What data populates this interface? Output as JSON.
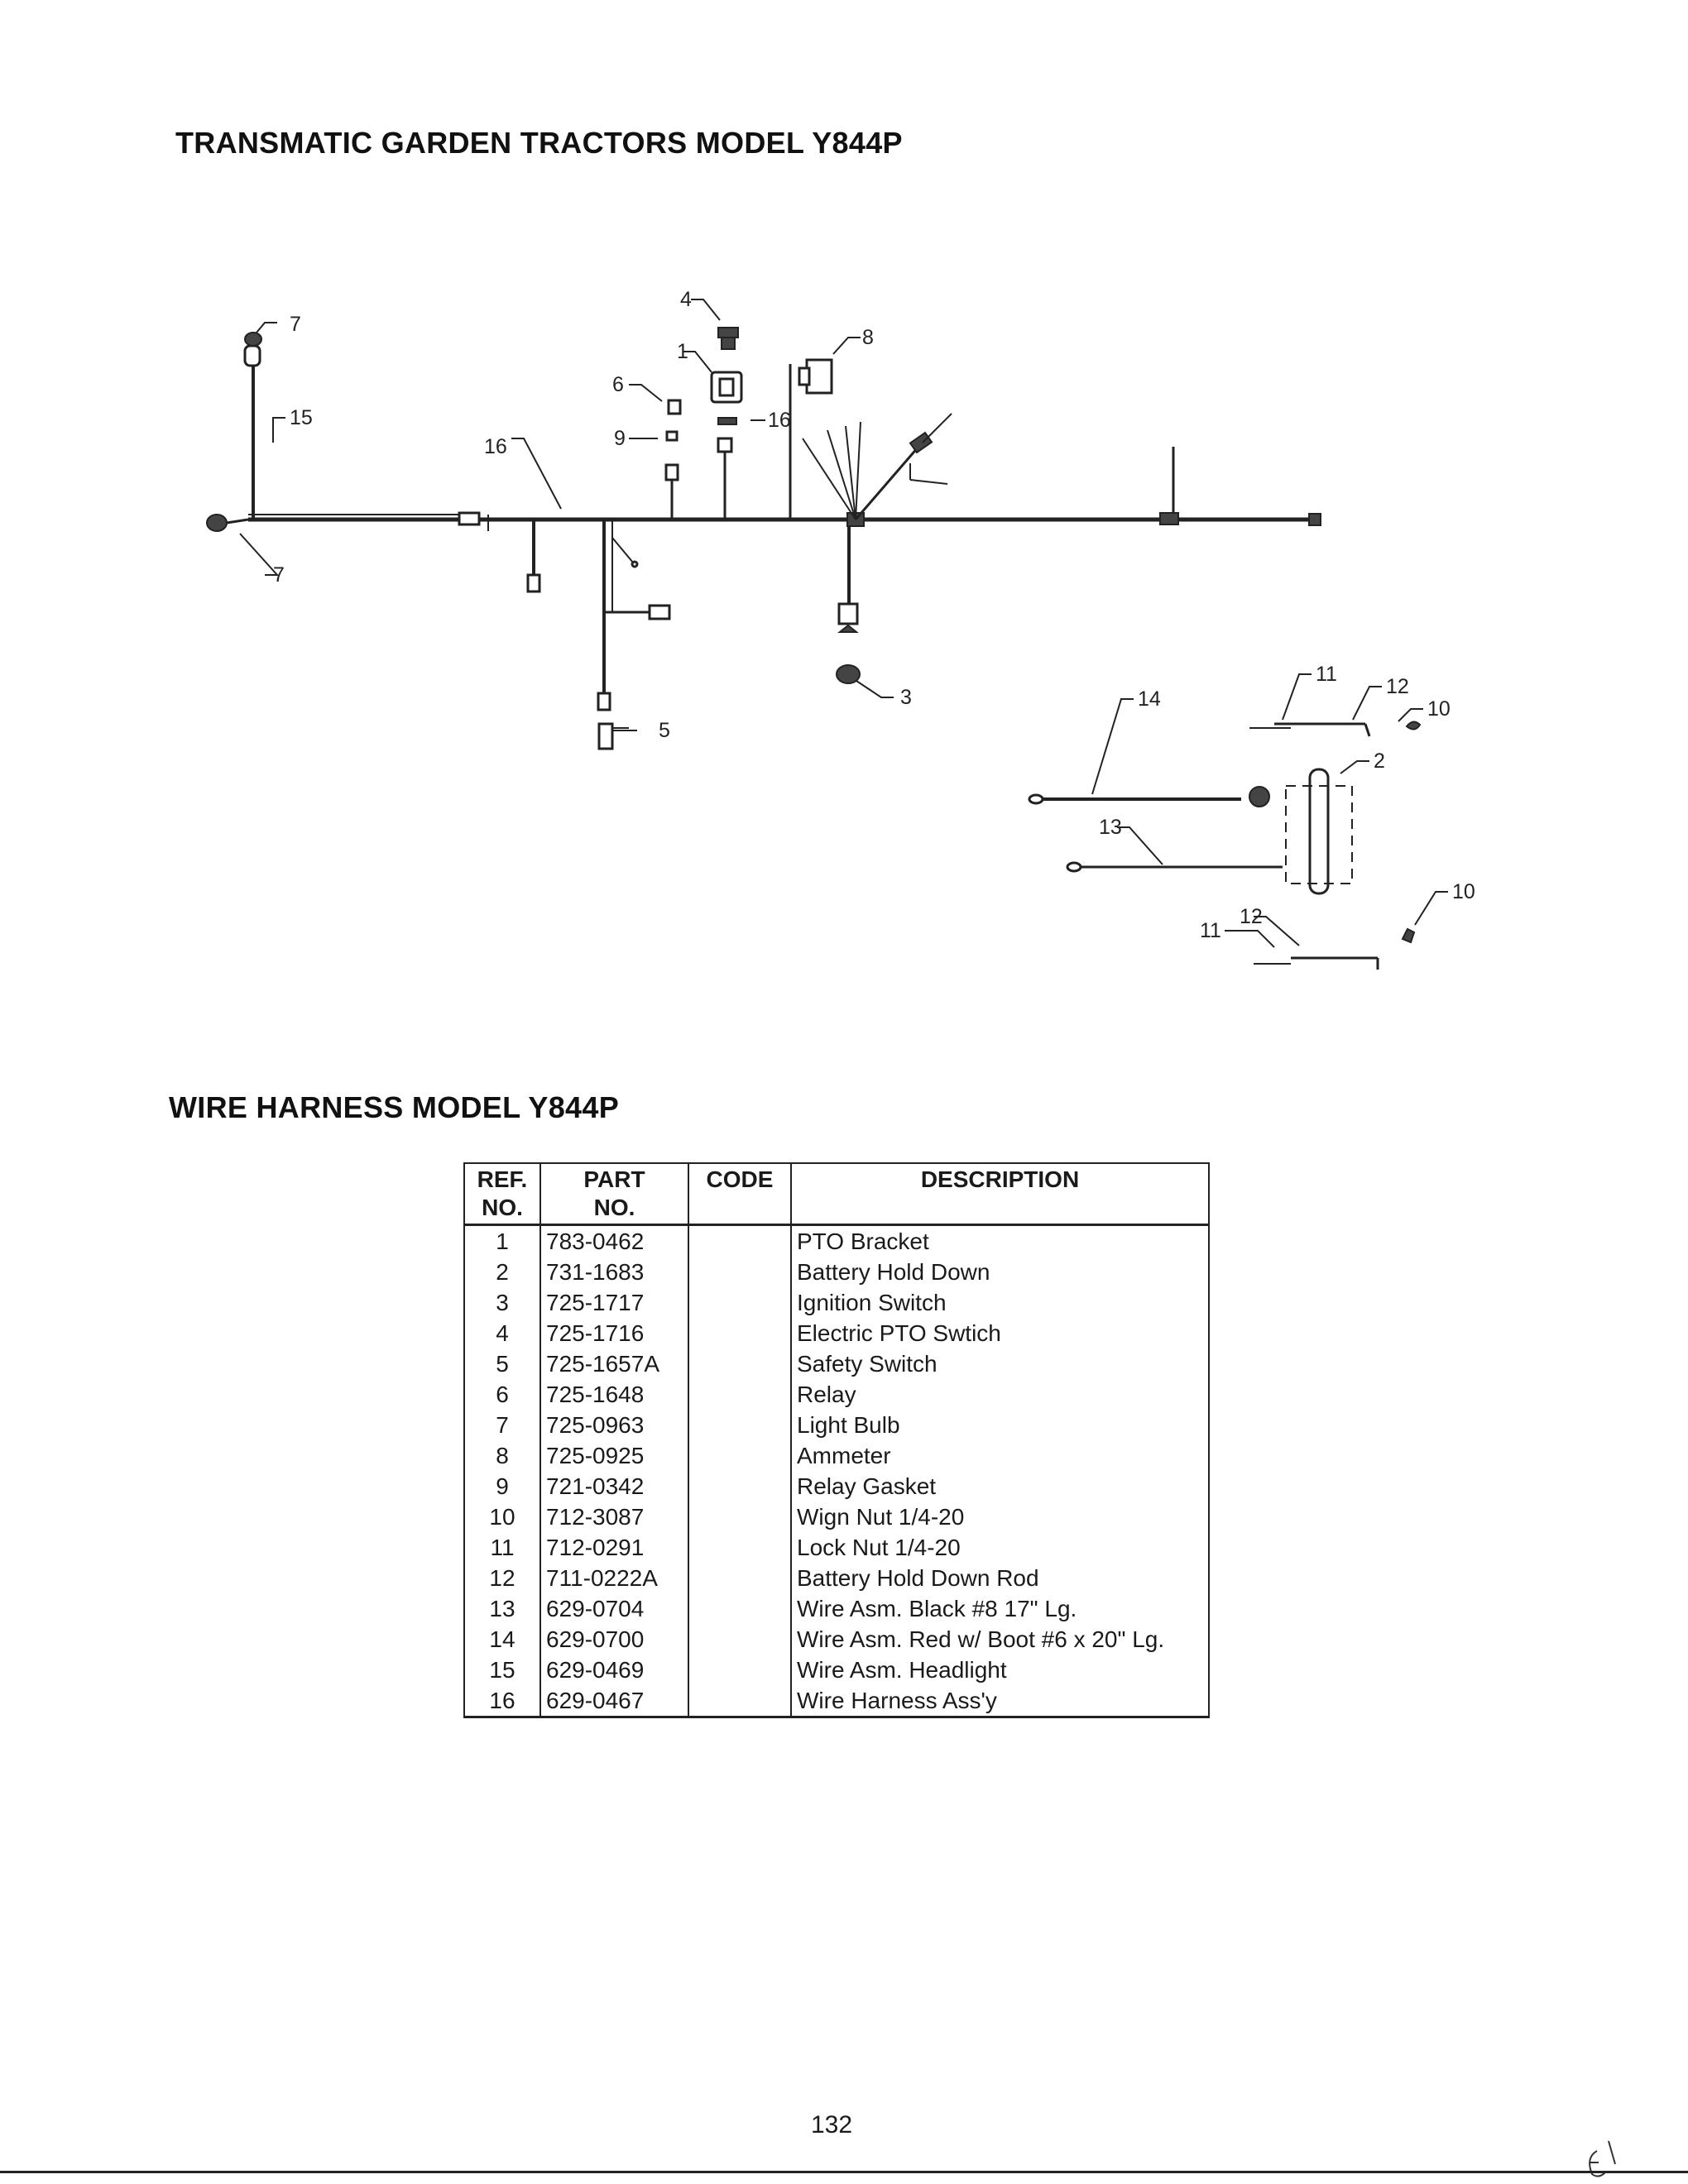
{
  "titles": {
    "main": "TRANSMATIC GARDEN TRACTORS MODEL Y844P",
    "table": "WIRE HARNESS MODEL Y844P"
  },
  "diagram": {
    "callouts": [
      "7",
      "15",
      "16",
      "7",
      "6",
      "9",
      "4",
      "1",
      "16",
      "8",
      "3",
      "5",
      "14",
      "13",
      "11",
      "12",
      "10",
      "2",
      "10",
      "12",
      "11"
    ]
  },
  "table": {
    "headers": {
      "ref_line1": "REF.",
      "ref_line2": "NO.",
      "part_line1": "PART",
      "part_line2": "NO.",
      "code": "CODE",
      "description": "DESCRIPTION"
    },
    "rows": [
      {
        "ref": "1",
        "part": "783-0462",
        "code": "",
        "desc": "PTO Bracket"
      },
      {
        "ref": "2",
        "part": "731-1683",
        "code": "",
        "desc": "Battery Hold Down"
      },
      {
        "ref": "3",
        "part": "725-1717",
        "code": "",
        "desc": "Ignition Switch"
      },
      {
        "ref": "4",
        "part": "725-1716",
        "code": "",
        "desc": "Electric PTO Swtich"
      },
      {
        "ref": "5",
        "part": "725-1657A",
        "code": "",
        "desc": "Safety Switch"
      },
      {
        "ref": "6",
        "part": "725-1648",
        "code": "",
        "desc": "Relay"
      },
      {
        "ref": "7",
        "part": "725-0963",
        "code": "",
        "desc": "Light Bulb"
      },
      {
        "ref": "8",
        "part": "725-0925",
        "code": "",
        "desc": "Ammeter"
      },
      {
        "ref": "9",
        "part": "721-0342",
        "code": "",
        "desc": "Relay Gasket"
      },
      {
        "ref": "10",
        "part": "712-3087",
        "code": "",
        "desc": "Wign Nut 1/4-20"
      },
      {
        "ref": "11",
        "part": "712-0291",
        "code": "",
        "desc": "Lock Nut 1/4-20"
      },
      {
        "ref": "12",
        "part": "711-0222A",
        "code": "",
        "desc": "Battery Hold Down Rod"
      },
      {
        "ref": "13",
        "part": "629-0704",
        "code": "",
        "desc": "Wire Asm.  Black #8 17\" Lg."
      },
      {
        "ref": "14",
        "part": "629-0700",
        "code": "",
        "desc": "Wire Asm.  Red w/ Boot #6 x 20\" Lg."
      },
      {
        "ref": "15",
        "part": "629-0469",
        "code": "",
        "desc": "Wire Asm.  Headlight"
      },
      {
        "ref": "16",
        "part": "629-0467",
        "code": "",
        "desc": "Wire Harness Ass'y"
      }
    ]
  },
  "page_number": "132",
  "handwritten_mark": "E\\"
}
